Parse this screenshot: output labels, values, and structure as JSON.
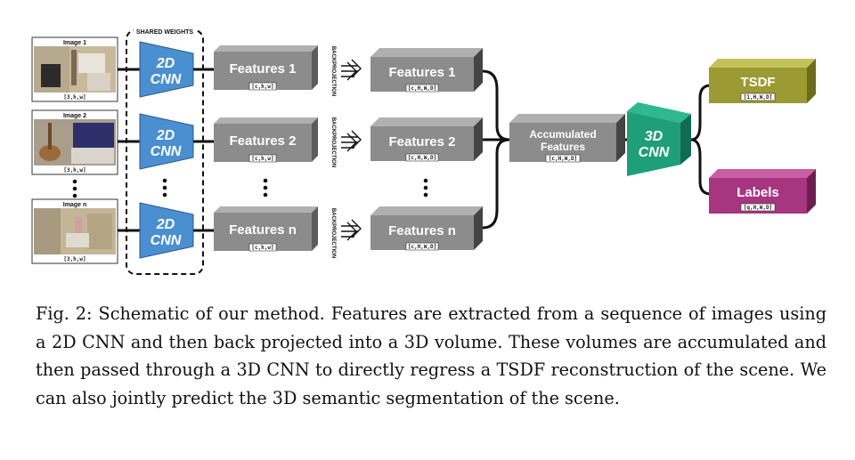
{
  "figure": {
    "shared_weights": "SHARED WEIGHTS",
    "images": [
      {
        "title": "Image 1",
        "dims": "[3,h,w]"
      },
      {
        "title": "Image 2",
        "dims": "[3,h,w]"
      },
      {
        "title": "Image n",
        "dims": "[3,h,w]"
      }
    ],
    "cnn2d": {
      "line1": "2D",
      "line2": "CNN"
    },
    "features2d": [
      {
        "label": "Features 1",
        "dims": "[c,h,w]"
      },
      {
        "label": "Features 2",
        "dims": "[c,h,w]"
      },
      {
        "label": "Features n",
        "dims": "[c,h,w]"
      }
    ],
    "backprojection": "BACKPROJECTION",
    "features3d": [
      {
        "label": "Features 1",
        "dims": "[c,H,W,D]"
      },
      {
        "label": "Features 2",
        "dims": "[c,H,W,D]"
      },
      {
        "label": "Features n",
        "dims": "[c,H,W,D]"
      }
    ],
    "accumulated": {
      "line1": "Accumulated",
      "line2": "Features",
      "dims": "[c,H,W,D]"
    },
    "cnn3d": {
      "line1": "3D",
      "line2": "CNN"
    },
    "tsdf": {
      "label": "TSDF",
      "dims": "[1,H,W,D]"
    },
    "labels": {
      "label": "Labels",
      "dims": "[q,H,W,D]"
    },
    "colors": {
      "cnn2d": "#4a8fd0",
      "cnn3d": "#1f9e7a",
      "feature_box": "#8c8c8c",
      "tsdf": "#9c9a32",
      "labels": "#a8357f"
    }
  },
  "caption": "Fig. 2: Schematic of our method. Features are extracted from a sequence of images using a 2D CNN and then back projected into a 3D volume. These volumes are accumulated and then passed through a 3D CNN to directly regress a TSDF reconstruction of the scene. We can also jointly predict the 3D semantic segmentation of the scene."
}
